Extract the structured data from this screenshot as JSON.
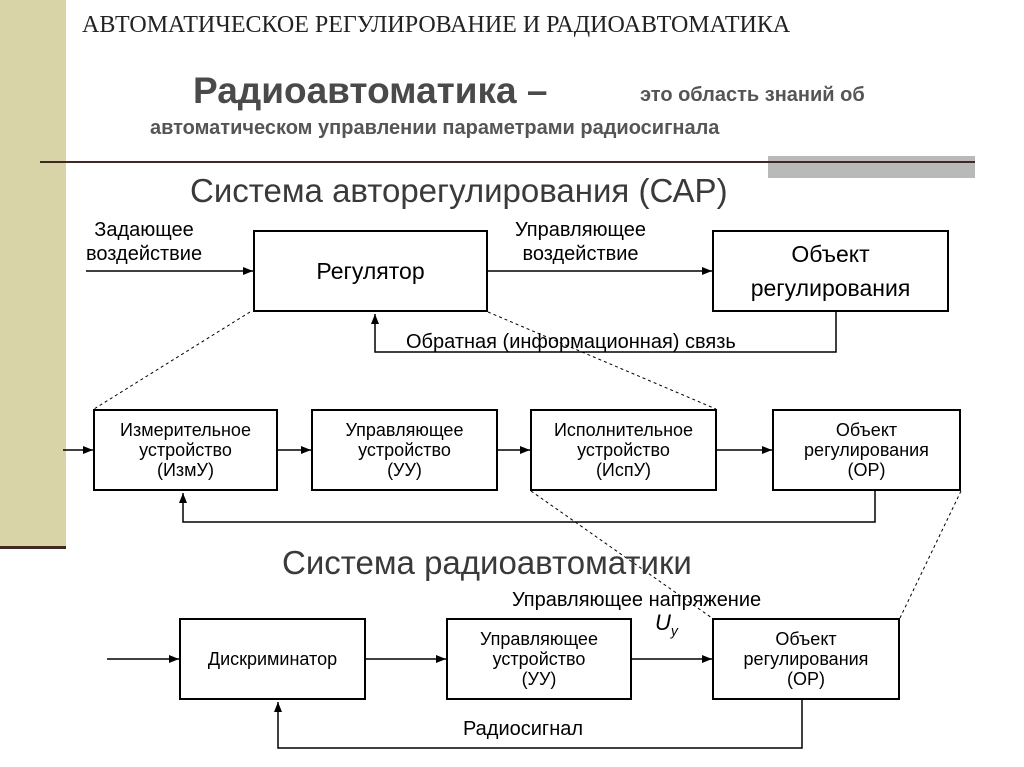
{
  "header": {
    "title": "АВТОМАТИЧЕСКОЕ РЕГУЛИРОВАНИЕ И РАДИОАВТОМАТИКА"
  },
  "definition": {
    "term": "Радиоавтоматика –",
    "rest": "это область знаний об",
    "line2": "автоматическом управлении параметрами радиосигнала"
  },
  "sar": {
    "title": "Система авторегулирования (САР)",
    "input_label": "Задающее\nвоздействие",
    "regulator": "Регулятор",
    "control_label": "Управляющее\nвоздействие",
    "object": "Объект\nрегулирования",
    "feedback_label": "Обратная (информационная)  связь"
  },
  "detail": {
    "izmu": "Измерительное\nустройство\n(ИзмУ)",
    "uu": "Управляющее\nустройство\n(УУ)",
    "ispu": "Исполнительное\nустройство\n(ИспУ)",
    "or": "Объект\nрегулирования\n(ОР)"
  },
  "radio": {
    "title": "Система радиоавтоматики",
    "discriminator": "Дискриминатор",
    "uu": "Управляющее\nустройство\n(УУ)",
    "voltage_label": "Управляющее напряжение",
    "voltage_symbol": "U",
    "voltage_sub": "у",
    "or": "Объект\nрегулирования\n(ОР)",
    "feedback_label": "Радиосигнал"
  }
}
